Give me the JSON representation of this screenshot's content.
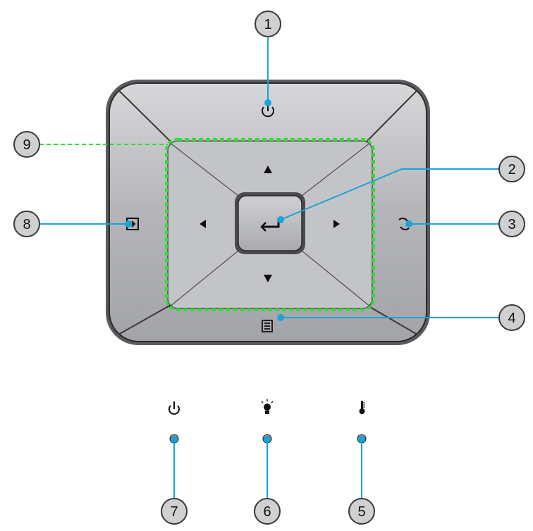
{
  "figure": {
    "title": "",
    "description_visible": false
  },
  "callouts": [
    {
      "number": "1",
      "target": "power-button"
    },
    {
      "number": "2",
      "target": "enter-button"
    },
    {
      "number": "3",
      "target": "resync-button"
    },
    {
      "number": "4",
      "target": "menu-button"
    },
    {
      "number": "5",
      "target": "temp-led"
    },
    {
      "number": "6",
      "target": "lamp-led"
    },
    {
      "number": "7",
      "target": "power-led"
    },
    {
      "number": "8",
      "target": "source-button"
    },
    {
      "number": "9",
      "target": "four-directional-select-keys"
    }
  ],
  "icons": {
    "power_button": "power-icon",
    "enter_button": "enter-arrow-icon",
    "resync_button": "resync-icon",
    "menu_button": "menu-icon",
    "source_button": "source-input-icon",
    "up": "triangle-up-icon",
    "down": "triangle-down-icon",
    "left": "triangle-left-icon",
    "right": "triangle-right-icon",
    "power_led": "power-icon",
    "lamp_led": "lamp-icon",
    "temp_led": "thermometer-icon"
  },
  "colors": {
    "callout_line": "#1aa3d9",
    "highlight_dashes": "#33dd33",
    "keypad_body": "#b9babd",
    "keypad_border": "#2b2b2b"
  }
}
